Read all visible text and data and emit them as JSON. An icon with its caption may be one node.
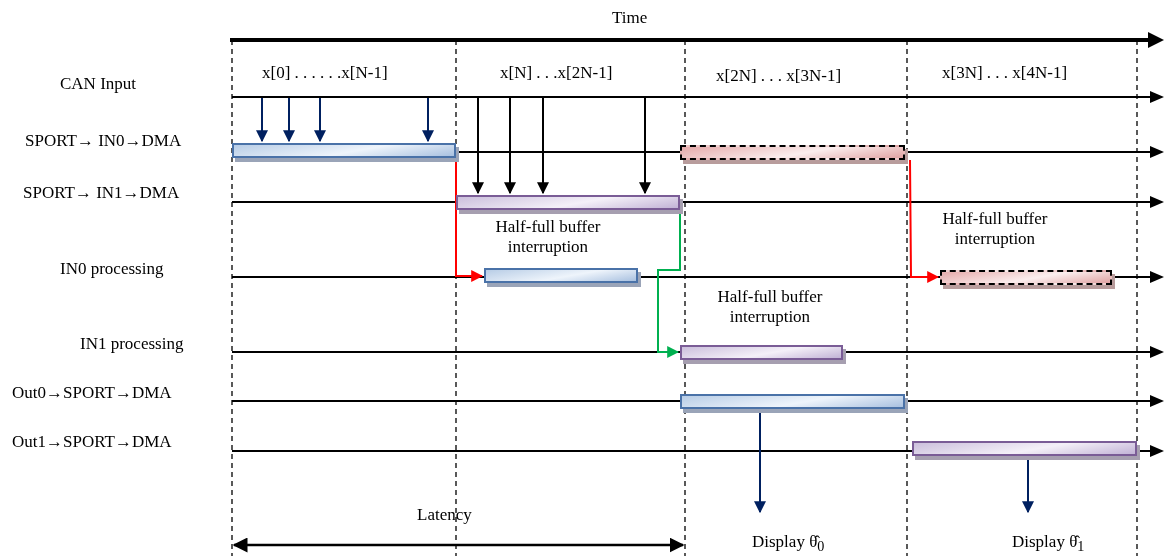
{
  "diagram": {
    "nodes": [
      {
        "text": [],
        "shape": "bar"
      },
      {
        "text": [],
        "shape": "bar"
      },
      {
        "text": [],
        "shape": "bar"
      },
      {
        "text": [],
        "shape": "bar"
      },
      {
        "text": [],
        "shape": "bar"
      },
      {
        "text": [],
        "shape": "bar"
      },
      {
        "text": [],
        "shape": "bar"
      },
      {
        "text": [],
        "shape": "bar"
      },
      {
        "text": [
          "Display θ̂$_{0}$"
        ]
      },
      {
        "text": [
          "Display θ̂$_{1}$"
        ]
      }
    ],
    "edges": [
      {
        "from": null,
        "to": 0,
        "arrow": "to"
      },
      {
        "from": null,
        "to": 0,
        "arrow": "to"
      },
      {
        "from": null,
        "to": 0,
        "arrow": "to"
      },
      {
        "from": null,
        "to": 0,
        "arrow": "to"
      },
      {
        "from": null,
        "to": 1,
        "arrow": "to",
        "color": "#000000"
      },
      {
        "from": null,
        "to": 1,
        "arrow": "to",
        "color": "#000000"
      },
      {
        "from": null,
        "to": 1,
        "arrow": "to",
        "color": "#000000"
      },
      {
        "from": null,
        "to": 1,
        "arrow": "to",
        "color": "#000000"
      },
      {
        "from": 0,
        "to": 3,
        "arrow": "to",
        "color": "#ff0000"
      },
      {
        "from": 1,
        "to": 5,
        "arrow": "to",
        "color": "#00b050"
      },
      {
        "from": 2,
        "to": 4,
        "arrow": "to",
        "color": "#ff0000"
      },
      {
        "from": 6,
        "to": 8,
        "arrow": "to"
      },
      {
        "from": 7,
        "to": 9,
        "arrow": "to"
      }
    ],
    "labels": [
      "Time",
      "CAN Input",
      "x[0] . . . . . .x[N-1]",
      "x[N] . . .x[2N-1]",
      "x[2N] . . . x[3N-1]",
      "x[3N] . . . x[4N-1]",
      "SPORT→ IN0→DMA",
      "SPORT→ IN1→DMA",
      "Half-full buffer interruption",
      "Half-full buffer interruption",
      "IN0 processing",
      "Half-full buffer interruption",
      "IN1 processing",
      "Out0→SPORT→DMA",
      "Out1→SPORT→DMA",
      "Latency"
    ]
  }
}
